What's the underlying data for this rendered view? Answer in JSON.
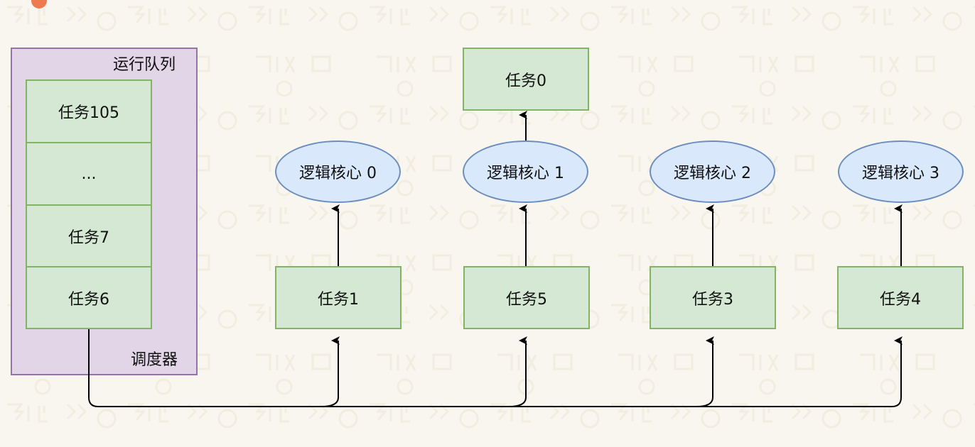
{
  "scheduler": {
    "queue_label": "运行队列",
    "scheduler_label": "调度器",
    "queue_items": [
      "任务105",
      "...",
      "任务7",
      "任务6"
    ]
  },
  "cores": [
    {
      "core_label": "逻辑核心 0",
      "task_label": "任务1"
    },
    {
      "core_label": "逻辑核心 1",
      "task_label": "任务5",
      "running_label": "任务0"
    },
    {
      "core_label": "逻辑核心 2",
      "task_label": "任务3"
    },
    {
      "core_label": "逻辑核心 3",
      "task_label": "任务4"
    }
  ],
  "colors": {
    "background": "#f8f6ee",
    "task_fill": "#d5e8d4",
    "task_border": "#82b366",
    "core_fill": "#dae8fc",
    "core_border": "#6c8ebf",
    "scheduler_fill": "#e1d5e7",
    "scheduler_border": "#9673a6",
    "connector": "#000000"
  }
}
